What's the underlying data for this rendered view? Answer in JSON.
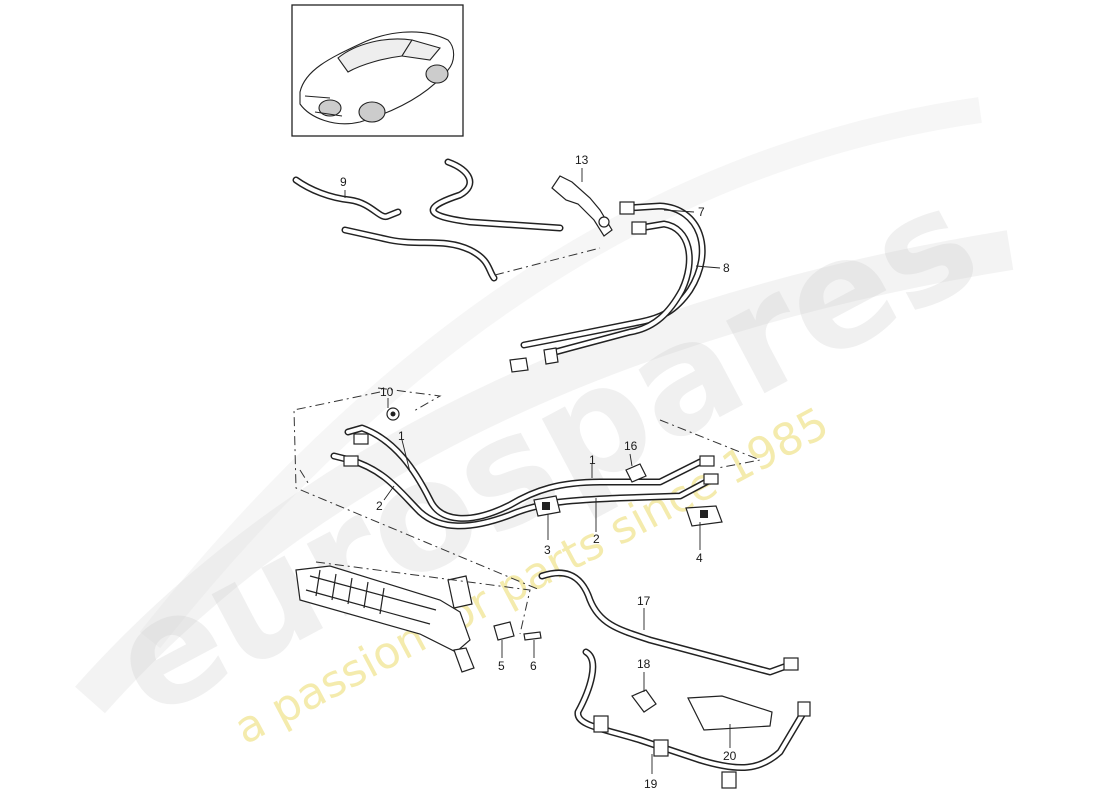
{
  "watermark": {
    "brand": "eurospares",
    "tagline": "a passion for parts since 1985"
  },
  "vehicle_thumbnail": {
    "icon": "car-coupe-icon"
  },
  "callouts": [
    {
      "label": "1"
    },
    {
      "label": "1"
    },
    {
      "label": "2"
    },
    {
      "label": "2"
    },
    {
      "label": "3"
    },
    {
      "label": "4"
    },
    {
      "label": "5"
    },
    {
      "label": "6"
    },
    {
      "label": "7"
    },
    {
      "label": "8"
    },
    {
      "label": "9"
    },
    {
      "label": "10"
    },
    {
      "label": "13"
    },
    {
      "label": "16"
    },
    {
      "label": "17"
    },
    {
      "label": "18"
    },
    {
      "label": "19"
    },
    {
      "label": "20"
    }
  ]
}
